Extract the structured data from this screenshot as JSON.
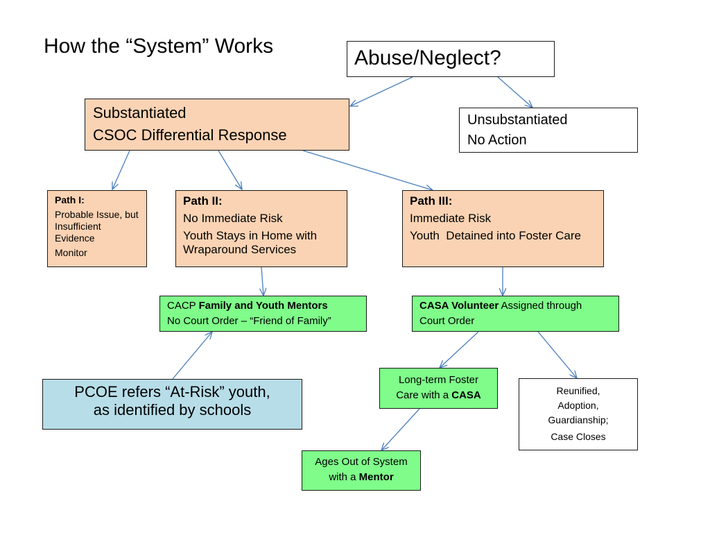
{
  "title": "How the “System” Works",
  "nodes": {
    "abuse": {
      "text": "Abuse/Neglect?"
    },
    "substantiated": {
      "line1": "Substantiated",
      "line2": "CSOC Differential Response"
    },
    "unsubstantiated": {
      "line1": "Unsubstantiated",
      "line2": "No Action"
    },
    "path1": {
      "heading": "Path I:",
      "line1": "Probable Issue, but Insufficient Evidence",
      "line2": "Monitor"
    },
    "path2": {
      "heading": "Path II:",
      "line1": "No Immediate Risk",
      "line2": "Youth Stays in Home with Wraparound Services"
    },
    "path3": {
      "heading": "Path III:",
      "line1": "Immediate Risk",
      "line2": "Youth  Detained into Foster Care"
    },
    "cacp": {
      "prefix": "CACP ",
      "bold": "Family and Youth Mentors",
      "line2": "No Court Order – “Friend of Family”"
    },
    "casa": {
      "bold": "CASA Volunteer",
      "suffix": " Assigned through",
      "line2": "Court Order"
    },
    "pcoe": {
      "line1": "PCOE refers “At-Risk” youth,",
      "line2": "as identified by schools"
    },
    "longterm": {
      "line1": "Long-term Foster",
      "line2_prefix": "Care with a ",
      "line2_bold": "CASA"
    },
    "reunified": {
      "line1": "Reunified,",
      "line2": "Adoption,",
      "line3": "Guardianship;",
      "line4": "Case Closes"
    },
    "agesout": {
      "line1": "Ages Out of System",
      "line2_prefix": "with a ",
      "line2_bold": "Mentor"
    }
  },
  "colors": {
    "orange_fill": "#fad3b4",
    "green_fill": "#7ffc8a",
    "blue_fill": "#b7dde8",
    "arrow": "#4a7ebb"
  }
}
